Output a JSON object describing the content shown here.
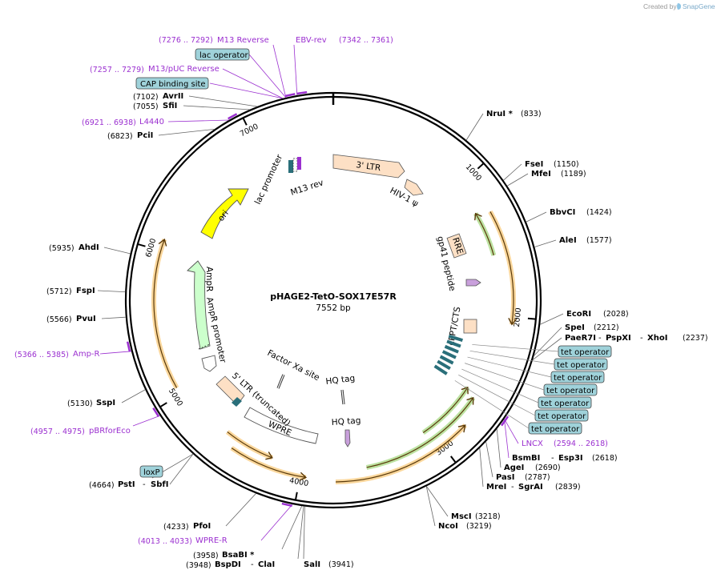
{
  "watermark": {
    "prefix": "Created by",
    "brand": "SnapGene",
    "icon": "snapgene-leaf-icon"
  },
  "plasmid": {
    "name": "pHAGE2-TetO-SOX17E57R",
    "size_label": "7552 bp",
    "length": 7552
  },
  "colors": {
    "backbone": "#000000",
    "orange_feature": "#f5a623",
    "green_feature": "#6abf2e",
    "ltr_fill": "#fde0c5",
    "ori_fill": "#ffff00",
    "ampr_fill": "#ccffcc",
    "rre_fill": "#fde0c5",
    "operator_fill": "#2a6f7a",
    "box_label_fill": "#9fd2da",
    "primer": "#9b30d0"
  },
  "ticks": [
    {
      "pos": 1000,
      "label": "1000"
    },
    {
      "pos": 2000,
      "label": "2000"
    },
    {
      "pos": 3000,
      "label": "3000"
    },
    {
      "pos": 4000,
      "label": "4000"
    },
    {
      "pos": 5000,
      "label": "5000"
    },
    {
      "pos": 6000,
      "label": "6000"
    },
    {
      "pos": 7000,
      "label": "7000"
    }
  ],
  "sites": [
    {
      "name": "NruI *",
      "pos": "(833)"
    },
    {
      "name": "FseI",
      "pos": "(1150)"
    },
    {
      "name": "MfeI",
      "pos": "(1189)"
    },
    {
      "name": "BbvCI",
      "pos": "(1424)"
    },
    {
      "name": "AleI",
      "pos": "(1577)"
    },
    {
      "name": "EcoRI",
      "pos": "(2028)"
    },
    {
      "name": "SpeI",
      "pos": "(2212)"
    },
    {
      "name": "PaeR7I",
      "name2": "PspXI",
      "name3": "XhoI",
      "pos": "(2237)"
    },
    {
      "name": "BsmBI",
      "name2": "Esp3I",
      "pos": "(2618)"
    },
    {
      "name": "AgeI",
      "pos": "(2690)"
    },
    {
      "name": "PasI",
      "pos": "(2787)"
    },
    {
      "name": "MreI",
      "name2": "SgrAI",
      "pos": "(2839)"
    },
    {
      "name": "MscI",
      "pos": "(3218)"
    },
    {
      "name": "NcoI",
      "pos": "(3219)"
    },
    {
      "name": "SalI",
      "pos": "(3941)"
    },
    {
      "name": "BspDI",
      "name2": "ClaI",
      "pos": "(3948)"
    },
    {
      "name": "BsaBI *",
      "pos": "(3958)"
    },
    {
      "name": "PfoI",
      "pos": "(4233)"
    },
    {
      "name": "PstI",
      "name2": "SbfI",
      "pos": "(4664)"
    },
    {
      "name": "SspI",
      "pos": "(5130)"
    },
    {
      "name": "PvuI",
      "pos": "(5566)"
    },
    {
      "name": "FspI",
      "pos": "(5712)"
    },
    {
      "name": "AhdI",
      "pos": "(5935)"
    },
    {
      "name": "PciI",
      "pos": "(6823)"
    },
    {
      "name": "SfiI",
      "pos": "(7055)"
    },
    {
      "name": "AvrII",
      "pos": "(7102)"
    }
  ],
  "primers": [
    {
      "name": "M13 Reverse",
      "range": "(7276 .. 7292)"
    },
    {
      "name": "EBV-rev",
      "range": "(7342 .. 7361)"
    },
    {
      "name": "M13/pUC Reverse",
      "range": "(7257 .. 7279)"
    },
    {
      "name": "L4440",
      "range": "(6921 .. 6938)"
    },
    {
      "name": "Amp-R",
      "range": "(5366 .. 5385)"
    },
    {
      "name": "pBRforEco",
      "range": "(4957 .. 4975)"
    },
    {
      "name": "WPRE-R",
      "range": "(4013 .. 4033)"
    },
    {
      "name": "LNCX",
      "range": "(2594 .. 2618)"
    }
  ],
  "boxed_labels": {
    "lac_operator": "lac operator",
    "cap_binding_site": "CAP binding site",
    "loxp": "loxP",
    "tet_operator": "tet operator"
  },
  "features": {
    "ltr3": "3' LTR",
    "hiv_psi": "HIV-1 ψ",
    "rre": "RRE",
    "gp41": "gp41 peptide",
    "cppt": "cPPT/CTS",
    "hq_tag_1": "HQ tag",
    "hq_tag_2": "HQ tag",
    "factor_xa": "Factor Xa site",
    "wpre": "WPRE",
    "ltr5": "5' LTR (truncated)",
    "ampr": "AmpR",
    "ampr_promoter": "AmpR promoter",
    "ori": "ori",
    "lac_promoter": "lac promoter",
    "m13_rev": "M13 rev"
  }
}
